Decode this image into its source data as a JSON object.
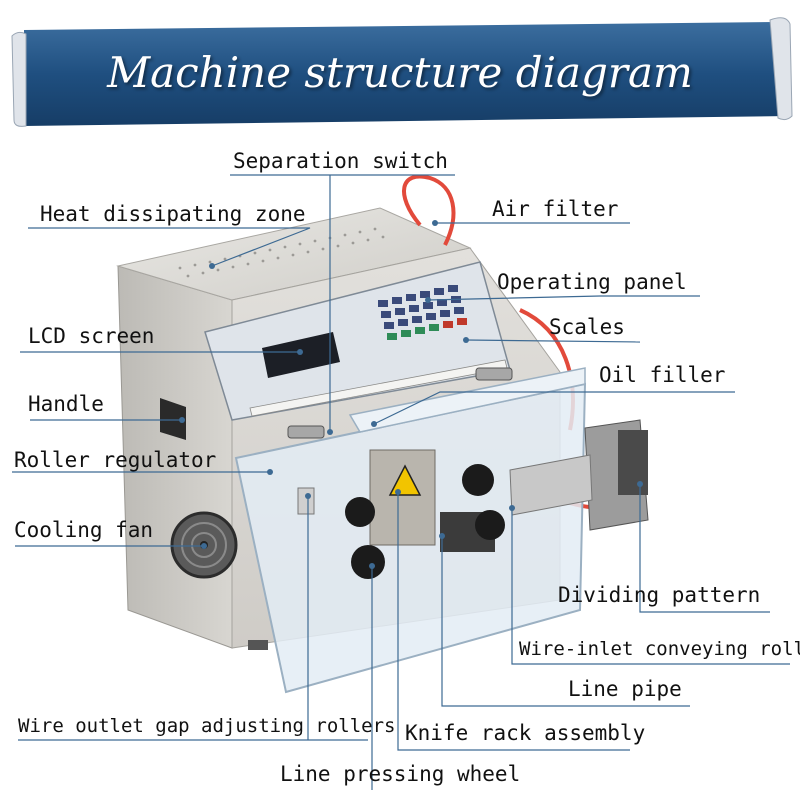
{
  "title": "Machine structure diagram",
  "labels": {
    "separation_switch": "Separation switch",
    "heat_dissipating_zone": "Heat dissipating zone",
    "air_filter": "Air filter",
    "operating_panel": "Operating panel",
    "lcd_screen": "LCD screen",
    "scales": "Scales",
    "oil_filler": "Oil filler",
    "handle": "Handle",
    "roller_regulator": "Roller regulator",
    "cooling_fan": "Cooling fan",
    "dividing_pattern": "Dividing pattern",
    "wire_inlet_conveying_rollers": "Wire-inlet conveying rollers",
    "line_pipe": "Line pipe",
    "wire_outlet_gap_adjusting_rollers": "Wire outlet gap adjusting rollers",
    "knife_rack_assembly": "Knife rack assembly",
    "line_pressing_wheel": "Line pressing wheel"
  },
  "colors": {
    "banner": "#1f4f80",
    "machine_body": "#d9d7d3",
    "guard": "#e6eef5",
    "leader_line": "#3d6a93"
  }
}
